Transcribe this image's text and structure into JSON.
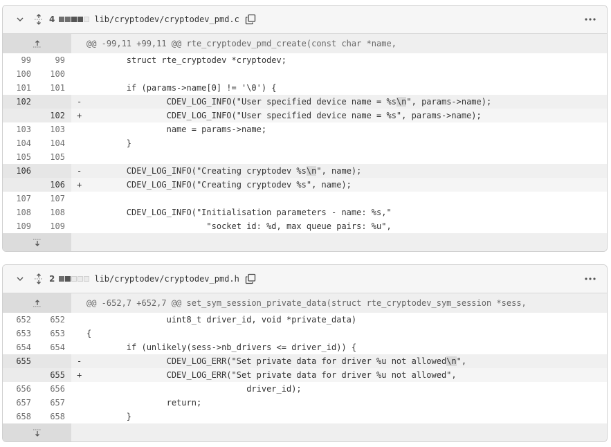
{
  "files": [
    {
      "change_count": "4",
      "diffstat": [
        "del",
        "del",
        "add",
        "add",
        "neu"
      ],
      "filename": "lib/cryptodev/cryptodev_pmd.c",
      "hunk_header": "@@ -99,11 +99,11 @@ rte_cryptodev_pmd_create(const char *name,",
      "lines": [
        {
          "type": "ctx",
          "old": "99",
          "new": "99",
          "sign": "",
          "code": "        struct rte_cryptodev *cryptodev;"
        },
        {
          "type": "ctx",
          "old": "100",
          "new": "100",
          "sign": "",
          "code": ""
        },
        {
          "type": "ctx",
          "old": "101",
          "new": "101",
          "sign": "",
          "code": "        if (params->name[0] != '\\0') {"
        },
        {
          "type": "del",
          "old": "102",
          "new": "",
          "sign": "-",
          "pre": "                CDEV_LOG_INFO(\"User specified device name = %s",
          "hl": "\\n",
          "post": "\", params->name);"
        },
        {
          "type": "add",
          "old": "",
          "new": "102",
          "sign": "+",
          "code": "                CDEV_LOG_INFO(\"User specified device name = %s\", params->name);"
        },
        {
          "type": "ctx",
          "old": "103",
          "new": "103",
          "sign": "",
          "code": "                name = params->name;"
        },
        {
          "type": "ctx",
          "old": "104",
          "new": "104",
          "sign": "",
          "code": "        }"
        },
        {
          "type": "ctx",
          "old": "105",
          "new": "105",
          "sign": "",
          "code": ""
        },
        {
          "type": "del",
          "old": "106",
          "new": "",
          "sign": "-",
          "pre": "        CDEV_LOG_INFO(\"Creating cryptodev %s",
          "hl": "\\n",
          "post": "\", name);"
        },
        {
          "type": "add",
          "old": "",
          "new": "106",
          "sign": "+",
          "code": "        CDEV_LOG_INFO(\"Creating cryptodev %s\", name);"
        },
        {
          "type": "ctx",
          "old": "107",
          "new": "107",
          "sign": "",
          "code": ""
        },
        {
          "type": "ctx",
          "old": "108",
          "new": "108",
          "sign": "",
          "code": "        CDEV_LOG_INFO(\"Initialisation parameters - name: %s,\""
        },
        {
          "type": "ctx",
          "old": "109",
          "new": "109",
          "sign": "",
          "code": "                        \"socket id: %d, max queue pairs: %u\","
        }
      ]
    },
    {
      "change_count": "2",
      "diffstat": [
        "del",
        "add",
        "neu",
        "neu",
        "neu"
      ],
      "filename": "lib/cryptodev/cryptodev_pmd.h",
      "hunk_header": "@@ -652,7 +652,7 @@ set_sym_session_private_data(struct rte_cryptodev_sym_session *sess,",
      "lines": [
        {
          "type": "ctx",
          "old": "652",
          "new": "652",
          "sign": "",
          "code": "                uint8_t driver_id, void *private_data)"
        },
        {
          "type": "ctx",
          "old": "653",
          "new": "653",
          "sign": "",
          "code": "{"
        },
        {
          "type": "ctx",
          "old": "654",
          "new": "654",
          "sign": "",
          "code": "        if (unlikely(sess->nb_drivers <= driver_id)) {"
        },
        {
          "type": "del",
          "old": "655",
          "new": "",
          "sign": "-",
          "pre": "                CDEV_LOG_ERR(\"Set private data for driver %u not allowed",
          "hl": "\\n",
          "post": "\","
        },
        {
          "type": "add",
          "old": "",
          "new": "655",
          "sign": "+",
          "code": "                CDEV_LOG_ERR(\"Set private data for driver %u not allowed\","
        },
        {
          "type": "ctx",
          "old": "656",
          "new": "656",
          "sign": "",
          "code": "                                driver_id);"
        },
        {
          "type": "ctx",
          "old": "657",
          "new": "657",
          "sign": "",
          "code": "                return;"
        },
        {
          "type": "ctx",
          "old": "658",
          "new": "658",
          "sign": "",
          "code": "        }"
        }
      ]
    }
  ],
  "icons": {
    "collapse": "chevron-down-icon",
    "expand_all": "unfold-icon",
    "copy": "copy-icon",
    "more": "kebab-horizontal-icon",
    "expand_up": "fold-up-icon",
    "expand_down": "fold-down-icon"
  }
}
